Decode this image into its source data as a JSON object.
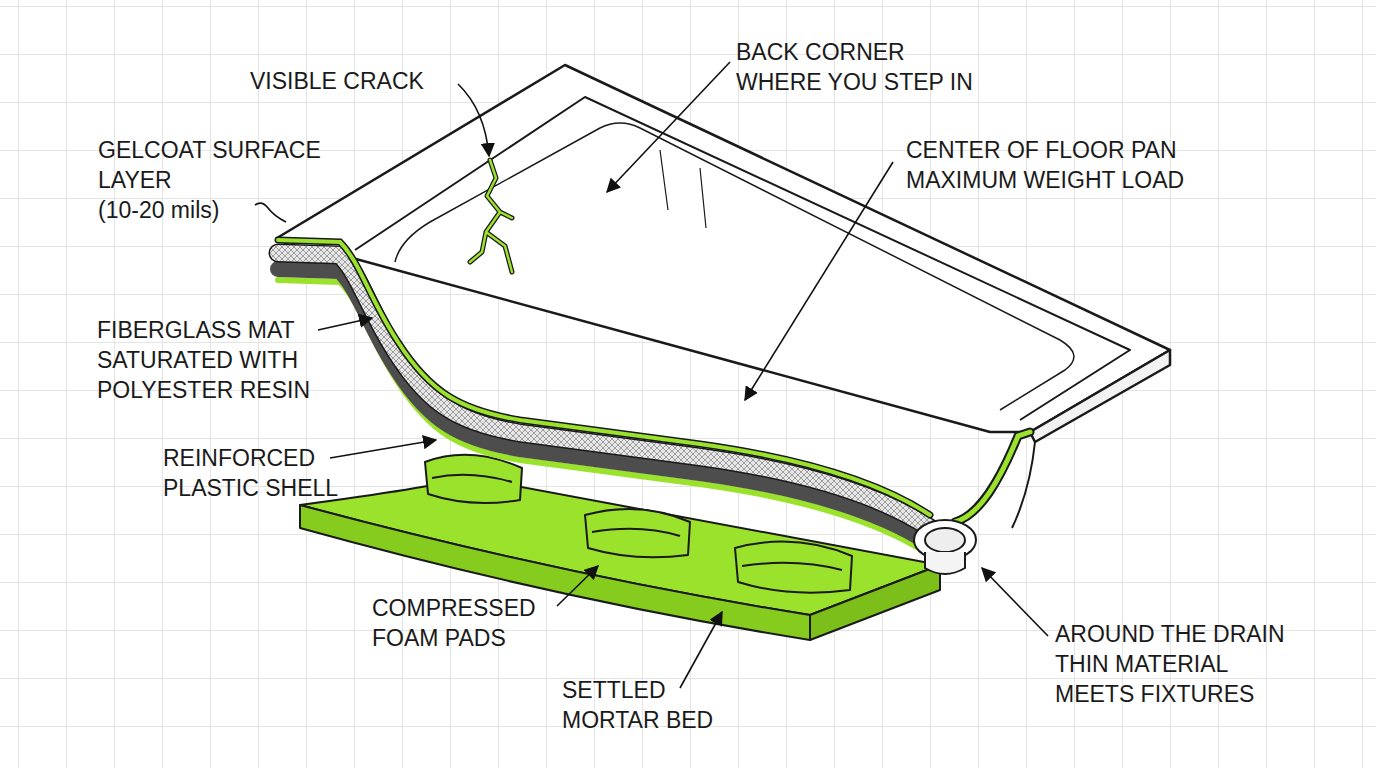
{
  "diagram": {
    "labels": [
      "VISIBLE CRACK",
      "BACK CORNER WHERE YOU STEP IN",
      "GELCOAT SURFACE LAYER (10-20 mils)",
      "CENTER OF FLOOR PAN MAXIMUM WEIGHT LOAD",
      "FIBERGLASS MAT SATURATED WITH POLYESTER RESIN",
      "REINFORCED PLASTIC SHELL",
      "COMPRESSED FOAM PADS",
      "SETTLED MORTAR BED",
      "AROUND THE DRAIN THIN MATERIAL MEETS FIXTURES"
    ]
  }
}
